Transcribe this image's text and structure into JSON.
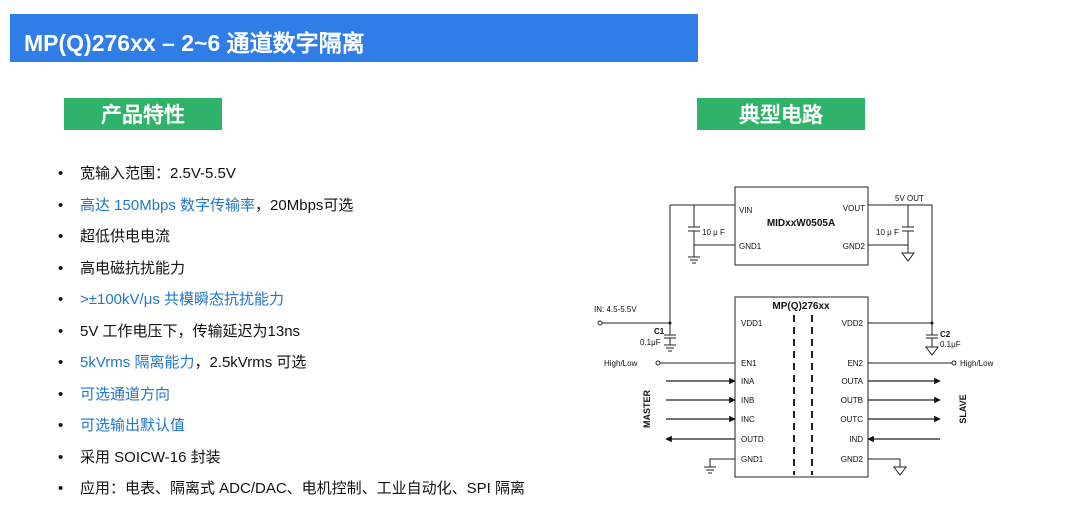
{
  "header": {
    "title": "MP(Q)276xx – 2~6 通道数字隔离"
  },
  "sections": {
    "features_title": "产品特性",
    "circuit_title": "典型电路"
  },
  "features": [
    {
      "text": "宽输入范围：2.5V-5.5V",
      "hl": "",
      "rest": ""
    },
    {
      "text": "",
      "hl": "高达 150Mbps 数字传输率",
      "rest": "，20Mbps可选"
    },
    {
      "text": "超低供电电流",
      "hl": "",
      "rest": ""
    },
    {
      "text": "高电磁抗扰能力",
      "hl": "",
      "rest": ""
    },
    {
      "text": "",
      "hl": ">±100kV/μs 共模瞬态抗扰能力",
      "rest": ""
    },
    {
      "text": "5V 工作电压下，传输延迟为13ns",
      "hl": "",
      "rest": ""
    },
    {
      "text": "",
      "hl": "5kVrms 隔离能力",
      "rest": "，2.5kVrms 可选"
    },
    {
      "text": "",
      "hl": "可选通道方向",
      "rest": ""
    },
    {
      "text": "",
      "hl": "可选输出默认值",
      "rest": ""
    },
    {
      "text": "采用 SOICW-16 封装",
      "hl": "",
      "rest": ""
    },
    {
      "text": "应用：电表、隔离式 ADC/DAC、电机控制、工业自动化、SPI 隔离",
      "hl": "",
      "rest": ""
    }
  ],
  "circuit": {
    "power_chip": {
      "name": "MIDxxW0505A",
      "vin": "VIN",
      "vout": "VOUT",
      "gnd1": "GND1",
      "gnd2": "GND2"
    },
    "cap_left": "10 μ F",
    "cap_right": "10 μ F",
    "vout_label": "5V OUT",
    "input_label": "IN: 4.5-5.5V",
    "iso_chip": {
      "name": "MP(Q)276xx"
    },
    "c1_label": "C1",
    "c1_value": "0.1μF",
    "c2_label": "C2",
    "c2_value": "0.1μF",
    "hl_left": "High/Low",
    "hl_right": "High/Low",
    "master": "MASTER",
    "slave": "SLAVE",
    "left_pins": [
      "VDD1",
      "EN1",
      "INA",
      "INB",
      "INC",
      "OUTD",
      "GND1"
    ],
    "right_pins": [
      "VDD2",
      "EN2",
      "OUTA",
      "OUTB",
      "OUTC",
      "IND",
      "GND2"
    ]
  }
}
